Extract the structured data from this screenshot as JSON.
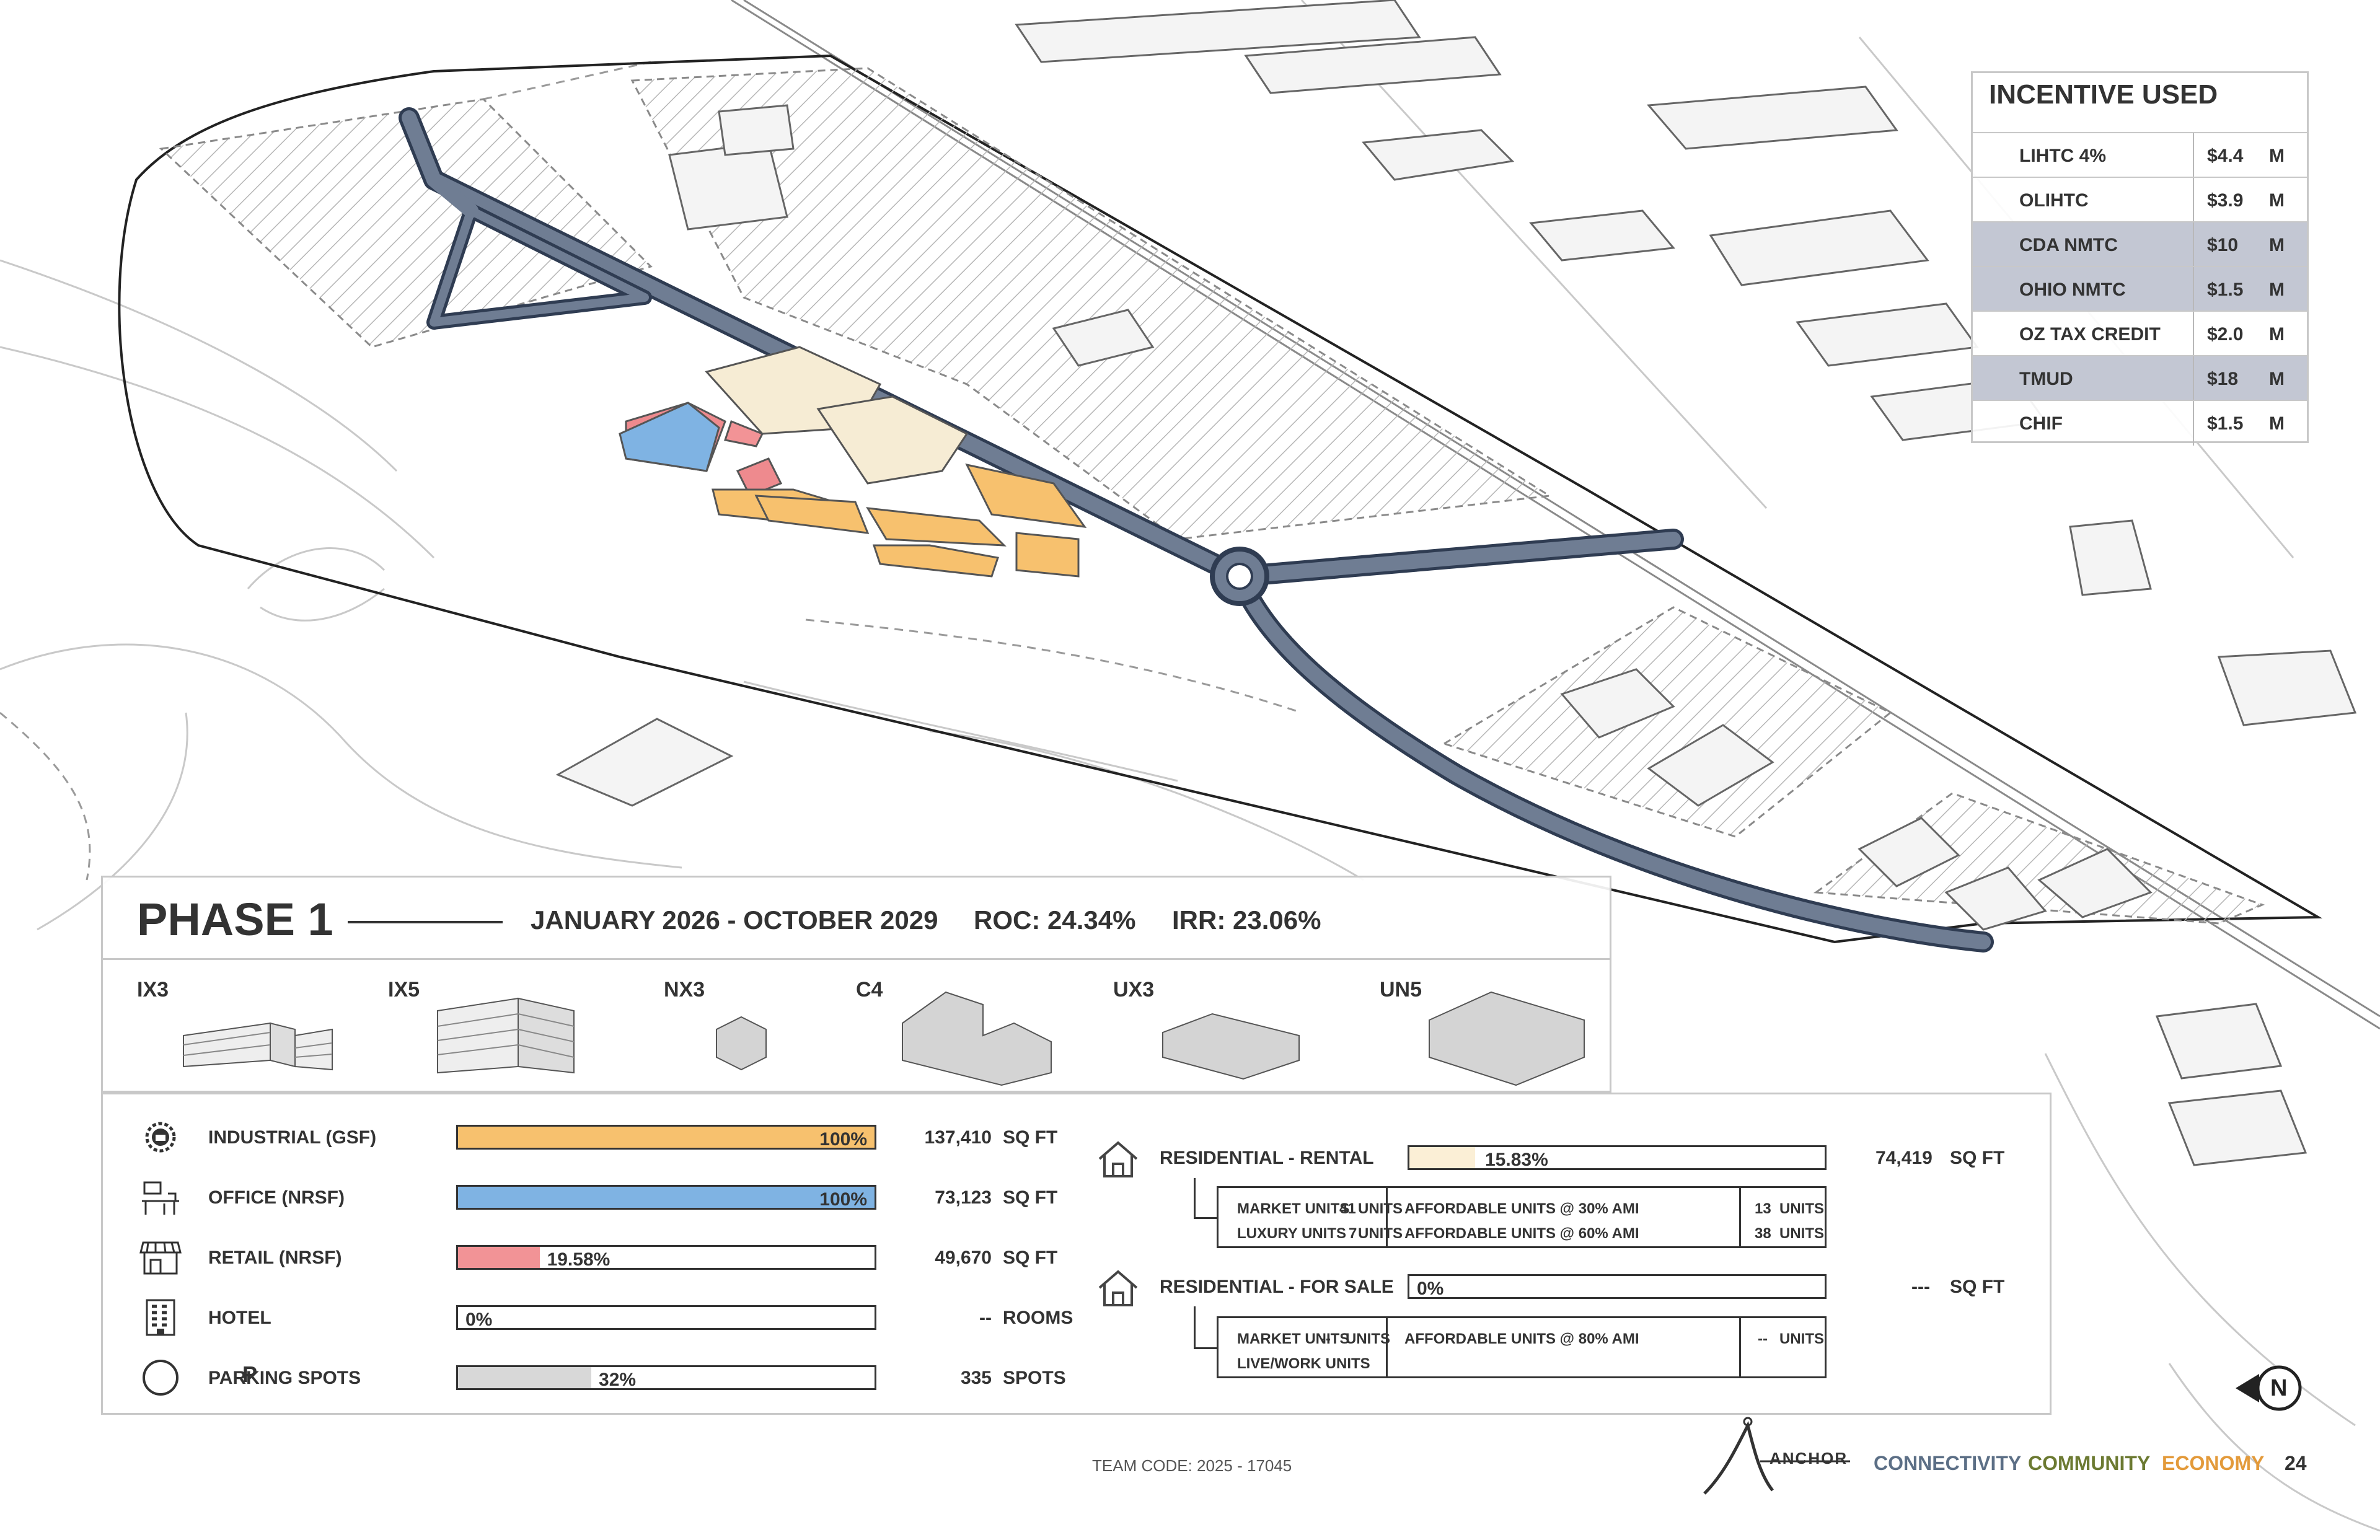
{
  "incentive": {
    "title": "INCENTIVE USED",
    "unit": "M",
    "rows": [
      {
        "name": "LIHTC 4%",
        "value": "$4.4",
        "shaded": false
      },
      {
        "name": "OLIHTC",
        "value": "$3.9",
        "shaded": false
      },
      {
        "name": "CDA NMTC",
        "value": "$10",
        "shaded": true
      },
      {
        "name": "OHIO NMTC",
        "value": "$1.5",
        "shaded": true
      },
      {
        "name": "OZ TAX CREDIT",
        "value": "$2.0",
        "shaded": false
      },
      {
        "name": "TMUD",
        "value": "$18",
        "shaded": true
      },
      {
        "name": "CHIF",
        "value": "$1.5",
        "shaded": false
      }
    ]
  },
  "phase": {
    "title": "PHASE 1",
    "dates": "JANUARY 2026 - OCTOBER 2029",
    "roc": "ROC: 24.34%",
    "irr": "IRR: 23.06%",
    "building_types": [
      "IX3",
      "IX5",
      "NX3",
      "C4",
      "UX3",
      "UN5"
    ]
  },
  "metrics": [
    {
      "label": "INDUSTRIAL (GSF)",
      "icon": "industrial-gear-icon",
      "percent_text": "100%",
      "fraction": 1.0,
      "color": "#f7c16e",
      "value": "137,410",
      "unit": "SQ FT"
    },
    {
      "label": "OFFICE (NRSF)",
      "icon": "office-desk-icon",
      "percent_text": "100%",
      "fraction": 1.0,
      "color": "#7fb3e3",
      "value": "73,123",
      "unit": "SQ FT"
    },
    {
      "label": "RETAIL (NRSF)",
      "icon": "storefront-icon",
      "percent_text": "19.58%",
      "fraction": 0.1958,
      "color": "#f29396",
      "value": "49,670",
      "unit": "SQ FT"
    },
    {
      "label": "HOTEL",
      "icon": "hotel-building-icon",
      "percent_text": "0%",
      "fraction": 0,
      "color": "#cccccc",
      "value": "--",
      "unit": "ROOMS"
    },
    {
      "label": "PARKING SPOTS",
      "icon": "parking-icon",
      "percent_text": "32%",
      "fraction": 0.32,
      "color": "#d8d8d8",
      "value": "335",
      "unit": "SPOTS"
    }
  ],
  "parking_glyph": "P",
  "residential_rental": {
    "label": "RESIDENTIAL - RENTAL",
    "percent_text": "15.83%",
    "fraction": 0.1583,
    "color": "#fbefd6",
    "value": "74,419",
    "unit": "SQ FT",
    "market_units_label": "MARKET UNITS",
    "market_units": "41",
    "market_units_unit": "UNITS",
    "luxury_units_label": "LUXURY UNITS",
    "luxury_units": "7",
    "luxury_units_unit": "UNITS",
    "aff30_label": "AFFORDABLE UNITS @ 30% AMI",
    "aff30": "13",
    "aff30_unit": "UNITS",
    "aff60_label": "AFFORDABLE UNITS @ 60% AMI",
    "aff60": "38",
    "aff60_unit": "UNITS"
  },
  "residential_sale": {
    "label": "RESIDENTIAL - FOR SALE",
    "percent_text": "0%",
    "fraction": 0,
    "value": "---",
    "unit": "SQ FT",
    "market_units_label": "MARKET UNITS",
    "market_units": "--",
    "market_units_unit": "UNITS",
    "livework_label": "LIVE/WORK UNITS",
    "aff80_label": "AFFORDABLE UNITS @ 80% AMI",
    "aff80": "--",
    "aff80_unit": "UNITS"
  },
  "footer": {
    "team_code": "TEAM CODE: 2025 - 17045",
    "logo_text": "ANCHOR",
    "tag1": "CONNECTIVITY",
    "tag1_color": "#5c6f86",
    "tag2": "COMMUNITY",
    "tag2_color": "#6c7a32",
    "tag3": "ECONOMY",
    "tag3_color": "#e39a3a",
    "page": "24",
    "north": "N"
  }
}
